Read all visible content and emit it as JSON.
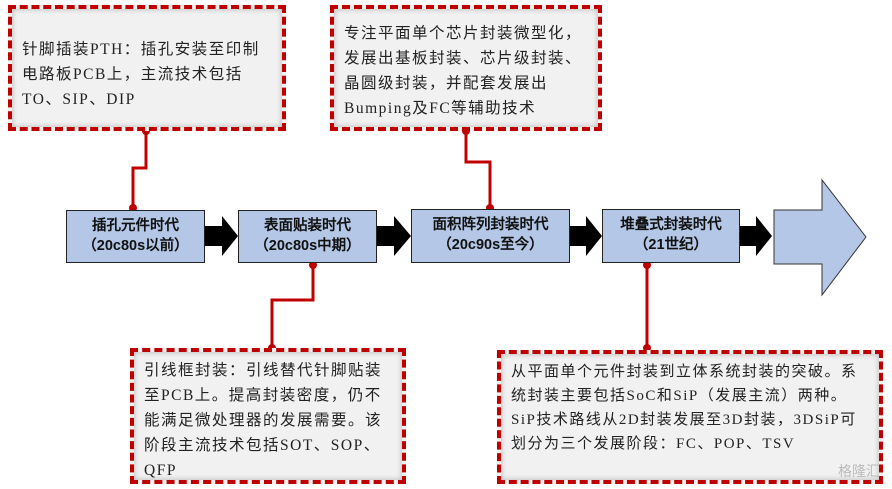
{
  "notes": {
    "pth": "针脚插装PTH：插孔安装至印制电路板PCB上，主流技术包括TO、SIP、DIP",
    "area": "专注平面单个芯片封装微型化，发展出基板封装、芯片级封装、晶圆级封装，并配套发展出Bumping及FC等辅助技术",
    "smt": "引线框封装：引线替代针脚贴装至PCB上。提高封装密度，仍不能满足微处理器的发展需要。该阶段主流技术包括SOT、SOP、QFP",
    "stack": "从平面单个元件封装到立体系统封装的突破。系统封装主要包括SoC和SiP（发展主流）两种。SiP技术路线从2D封装发展至3D封装，3DSiP可划分为三个发展阶段：FC、POP、TSV"
  },
  "eras": [
    {
      "name": "插孔元件时代",
      "period": "（20c80s以前）"
    },
    {
      "name": "表面贴装时代",
      "period": "（20c80s中期）"
    },
    {
      "name": "面积阵列封装时代",
      "period": "（20c90s至今）"
    },
    {
      "name": "堆叠式封装时代",
      "period": "（21世纪）"
    }
  ],
  "watermark": "格隆汇",
  "colors": {
    "accent": "#c00000",
    "era_fill": "#b4c7e7",
    "arrow_fill": "#b4c7e7"
  }
}
